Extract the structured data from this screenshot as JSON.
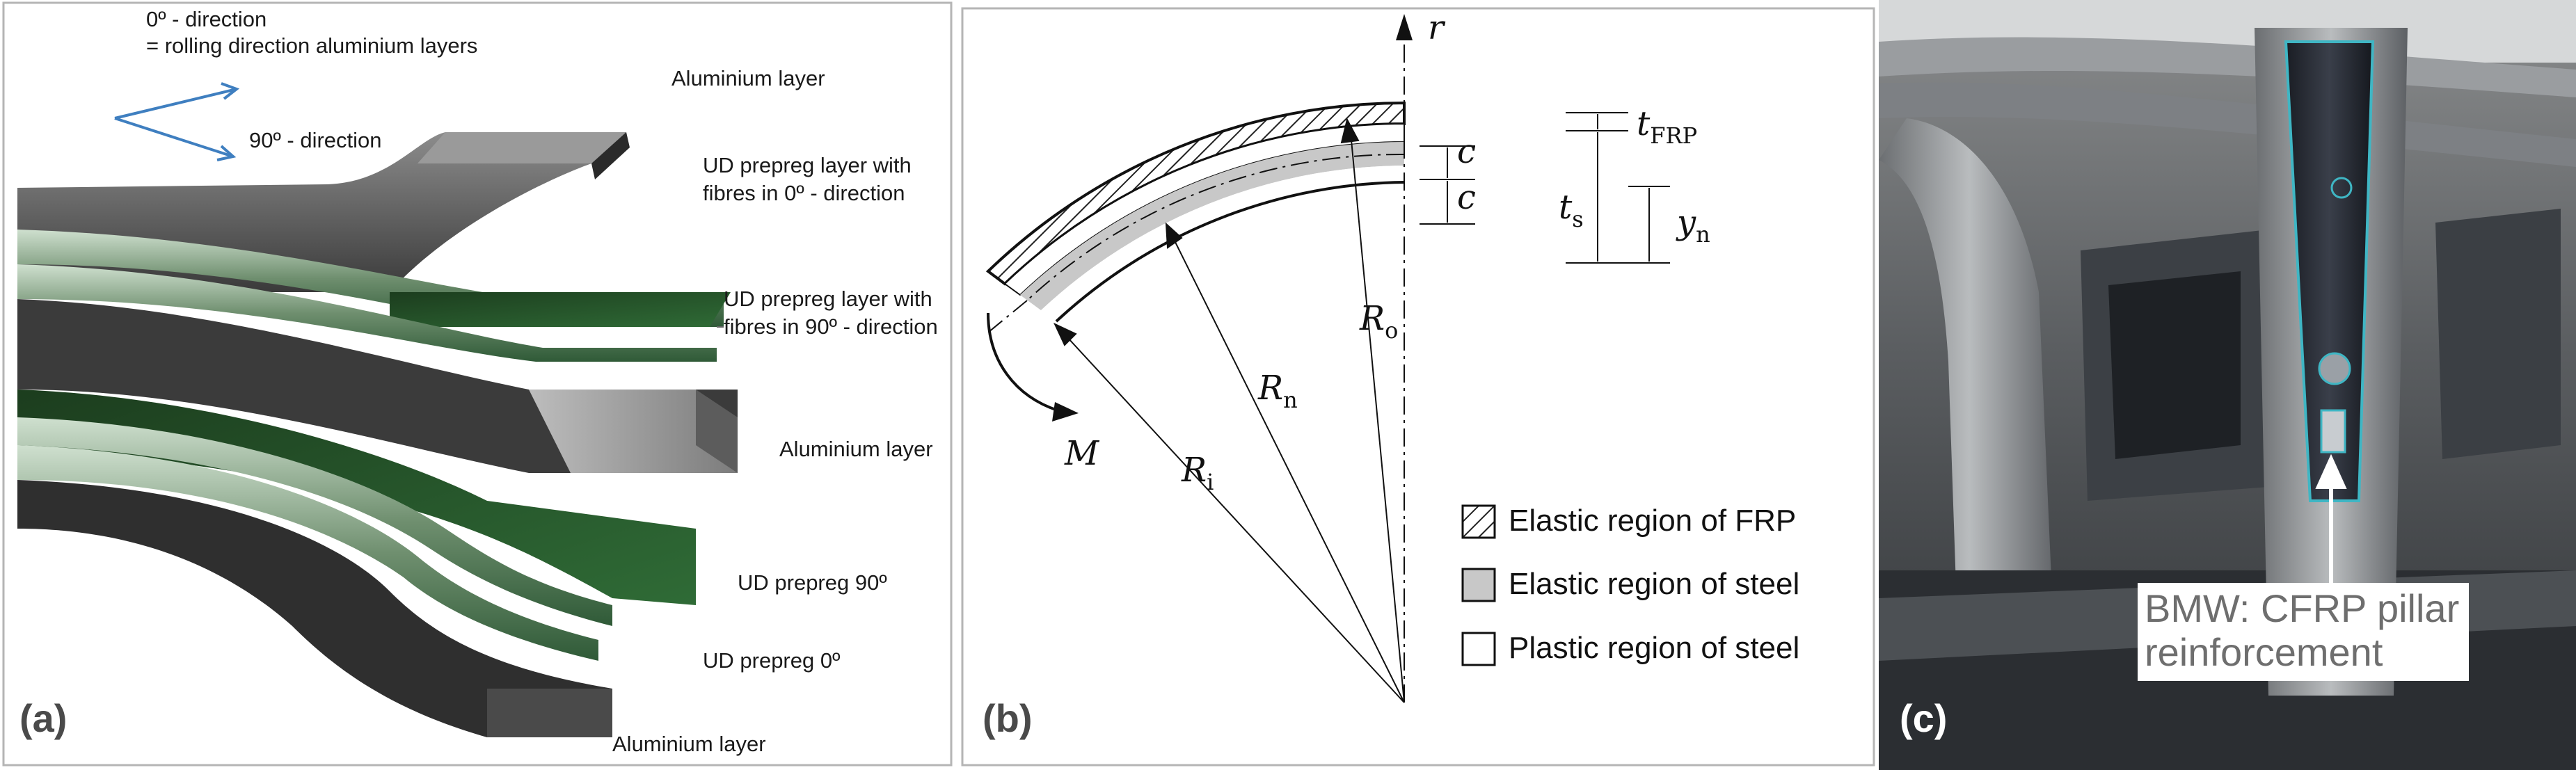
{
  "panel_a": {
    "tag": "(a)",
    "labels": {
      "dir0_line1": "0º - direction",
      "dir0_line2": "= rolling direction aluminium layers",
      "dir90": "90º - direction",
      "al_top": "Aluminium layer",
      "ud0_line1": "UD prepreg layer with",
      "ud0_line2": "fibres in 0º - direction",
      "ud90_line1": "UD prepreg  layer with",
      "ud90_line2": "fibres in 90º - direction",
      "al_mid": "Aluminium layer",
      "ud90_short": "UD prepreg 90º",
      "ud0_short": "UD prepreg  0º",
      "al_bottom": "Aluminium layer"
    }
  },
  "panel_b": {
    "tag": "(b)",
    "symbols": {
      "r": "r",
      "t_frp": "t",
      "t_frp_sub": "FRP",
      "c_top": "c",
      "c_bottom": "c",
      "t_s": "t",
      "t_s_sub": "s",
      "y_n": "y",
      "y_n_sub": "n",
      "R_o": "R",
      "R_o_sub": "o",
      "R_n": "R",
      "R_n_sub": "n",
      "R_i": "R",
      "R_i_sub": "i",
      "M": "M"
    },
    "legend": [
      {
        "label": "Elastic region of FRP",
        "swatch": "hatched"
      },
      {
        "label": "Elastic region of steel",
        "swatch": "#c8c8c8"
      },
      {
        "label": "Plastic region of steel",
        "swatch": "#ffffff"
      }
    ]
  },
  "panel_c": {
    "tag": "(c)",
    "callout_line1": "BMW: CFRP pillar",
    "callout_line2": "reinforcement"
  }
}
